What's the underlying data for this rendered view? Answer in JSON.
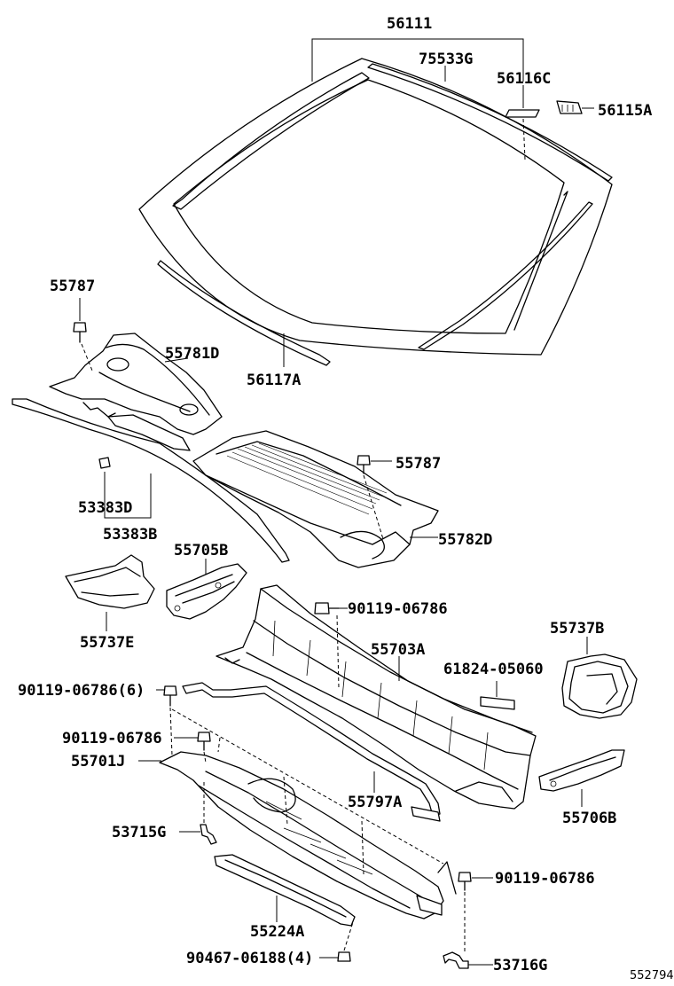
{
  "labels": {
    "windshield_assy": "56111",
    "molding_outside": "75533G",
    "stopper_c": "56116C",
    "retainer": "56115A",
    "weatherstrip_lower": "56117A",
    "screw_upper": "55787",
    "louver_left": "55781D",
    "screw_right": "55787",
    "seal_d": "53383D",
    "seal_b": "53383B",
    "louver_right": "55782D",
    "brace_left": "55705B",
    "duct_left": "55737E",
    "bolt_top": "90119-06786",
    "cowl_panel": "55703A",
    "duct_right": "55737B",
    "clamp": "61824-05060",
    "bolt_six": "90119-06786(6)",
    "bolt_mid": "90119-06786",
    "cowl_lower": "55701J",
    "seal_cowl": "55797A",
    "brace_right": "55706B",
    "hose_left": "53715G",
    "bolt_right": "90119-06786",
    "reinforcement": "55224A",
    "clip_four": "90467-06188(4)",
    "hose_right": "53716G"
  },
  "diagram_ref": "552794"
}
